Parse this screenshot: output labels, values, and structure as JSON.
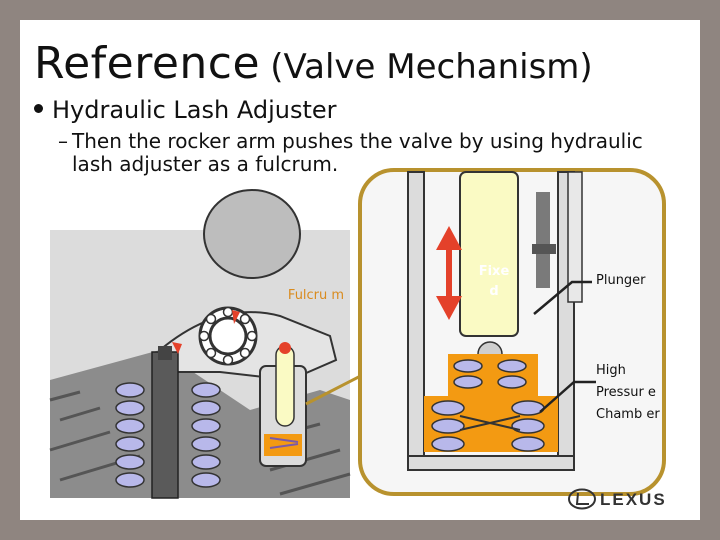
{
  "slide": {
    "title_main": "Reference",
    "title_sub": "(Valve Mechanism)",
    "bullet": "Hydraulic Lash Adjuster",
    "subbullet_dash": "–",
    "subbullet": "Then the rocker arm pushes the valve by using hydraulic lash adjuster as a fulcrum."
  },
  "diagram": {
    "fulcrum_label": "Fulcru m",
    "fixed_label": "Fixe d",
    "plunger_label": "Plunger",
    "chamber_label": "High Pressur e Chamb er"
  },
  "brand": {
    "logo_text": "LEXUS"
  },
  "colors": {
    "background": "#8f8580",
    "orange": "#f39a12",
    "plunger_yellow": "#fafac4",
    "spring_purple": "#b8b8ea",
    "callout_frame": "#b8922e",
    "arrow_red": "#e4412a",
    "fulcrum_text": "#d98b1e"
  }
}
